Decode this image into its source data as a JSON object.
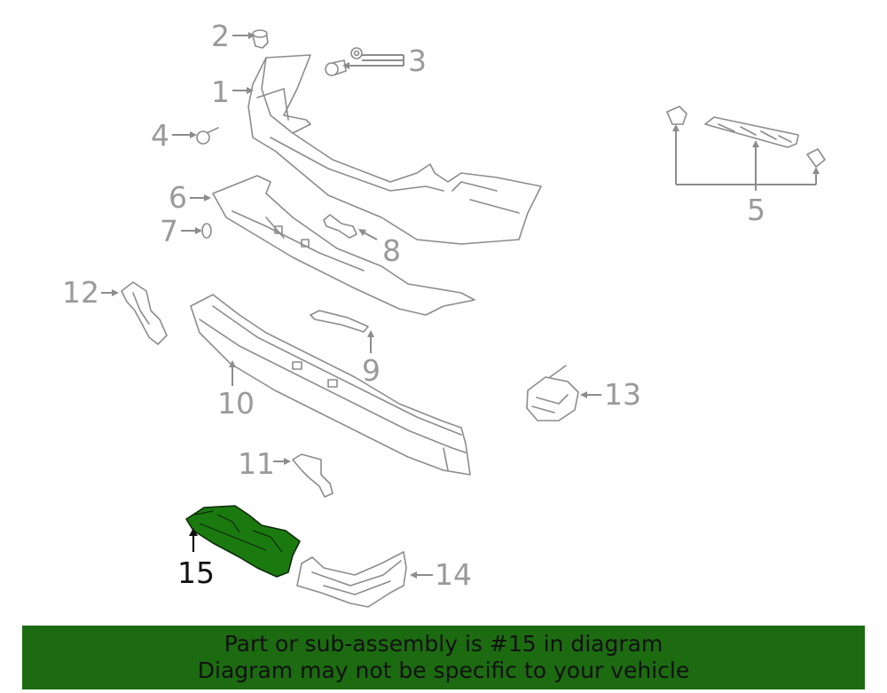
{
  "callouts": {
    "c1": "1",
    "c2": "2",
    "c3": "3",
    "c4": "4",
    "c5": "5",
    "c6": "6",
    "c7": "7",
    "c8": "8",
    "c9": "9",
    "c10": "10",
    "c11": "11",
    "c12": "12",
    "c13": "13",
    "c14": "14",
    "c15": "15"
  },
  "highlighted_part": "15",
  "colors": {
    "highlight": "#1a7a10",
    "banner": "#1c6b11",
    "line": "#8c8c8c"
  },
  "banner": {
    "line1": "Part or sub-assembly is #15 in diagram",
    "line2": "Diagram may not be specific to your vehicle"
  }
}
